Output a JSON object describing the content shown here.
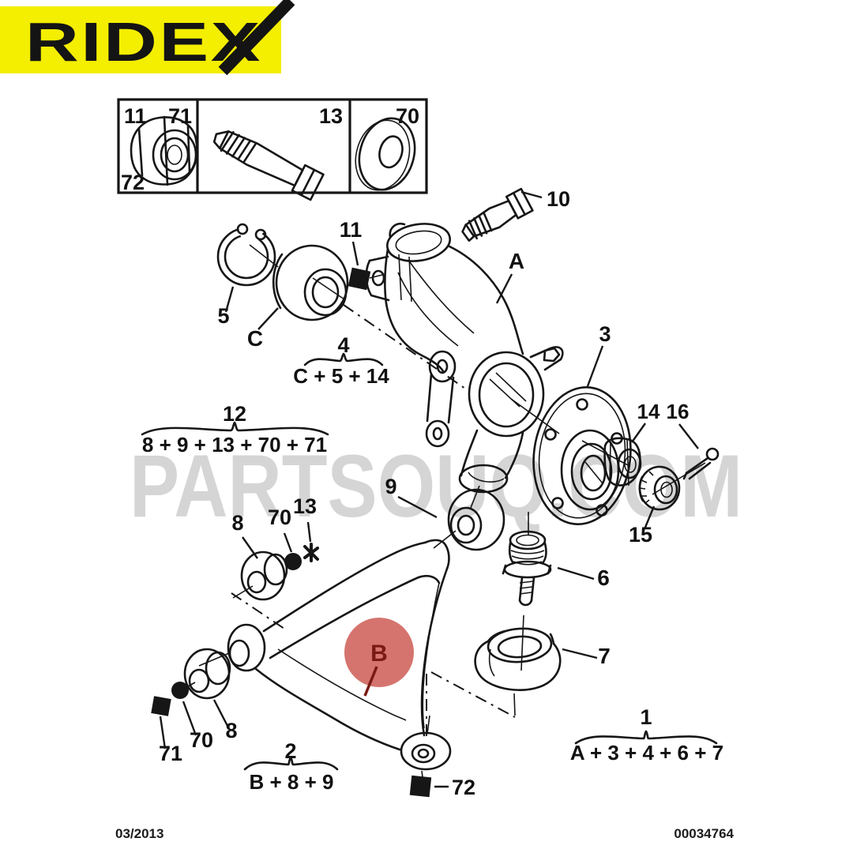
{
  "brand": {
    "name": "RIDEX"
  },
  "watermark": {
    "text": "PARTSOUQ.COM"
  },
  "hardware_box": {
    "nut_top_left": "11",
    "nut_top_right": "71",
    "nut_bottom_left": "72",
    "bolt_label": "13",
    "washer_label": "70"
  },
  "callouts": {
    "pinch_bolt": "10",
    "knuckle_mark": "11",
    "knuckle": "A",
    "snap_ring": "5",
    "wheel_bearing": "C",
    "hub": "3",
    "hub_nut": "14",
    "cotter_pin": "16",
    "lock_ring_nut": "15",
    "rear_bushing": "9",
    "bushing_upper": "8",
    "washer_upper": "70",
    "bolt_mark_upper": "13",
    "ball_joint": "6",
    "ball_joint_boot": "7",
    "square_mark_lower": "71",
    "washer_lower": "70",
    "bushing_lower": "8",
    "arm_square_mark": "72",
    "highlighted_part": "B"
  },
  "kits": {
    "kit4": {
      "number": "4",
      "contents": "C + 5 + 14"
    },
    "kit12": {
      "number": "12",
      "contents": "8 + 9 + 13 + 70 + 71"
    },
    "kit2": {
      "number": "2",
      "contents": "B + 8 + 9"
    },
    "kit1": {
      "number": "1",
      "contents": "A + 3 + 4 + 6 + 7"
    }
  },
  "footer": {
    "date": "03/2013",
    "doc_number": "00034764"
  },
  "colors": {
    "logo_yellow": "#f4ee00",
    "line_black": "#161616",
    "watermark_gray": "#d5d5d5",
    "highlight_fill": "#d16862",
    "highlight_ink": "#7a1a14"
  }
}
